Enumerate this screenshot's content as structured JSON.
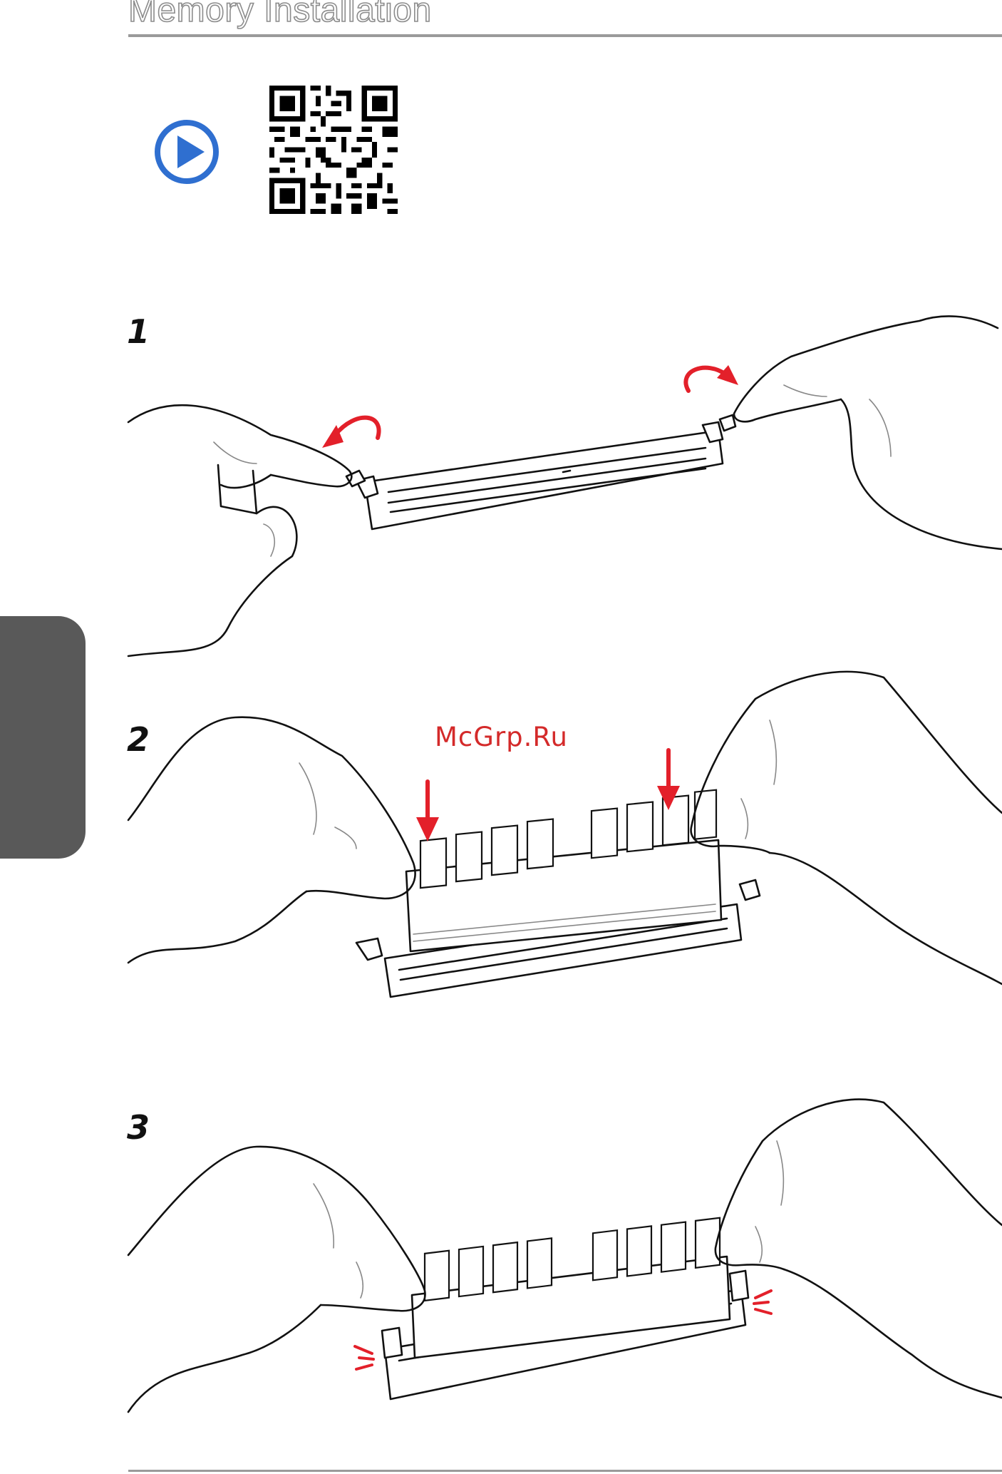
{
  "header": {
    "title": "Memory Installation"
  },
  "media": {
    "play_icon": "play-circle-icon",
    "qr_icon": "qr-code-icon",
    "accent_color": "#2f6fd0"
  },
  "steps": [
    {
      "number": "1"
    },
    {
      "number": "2"
    },
    {
      "number": "3"
    }
  ],
  "watermark": "McGrp.Ru",
  "colors": {
    "arrow": "#e3202a",
    "side_tab": "#595959",
    "rule": "#9a9a9a"
  }
}
